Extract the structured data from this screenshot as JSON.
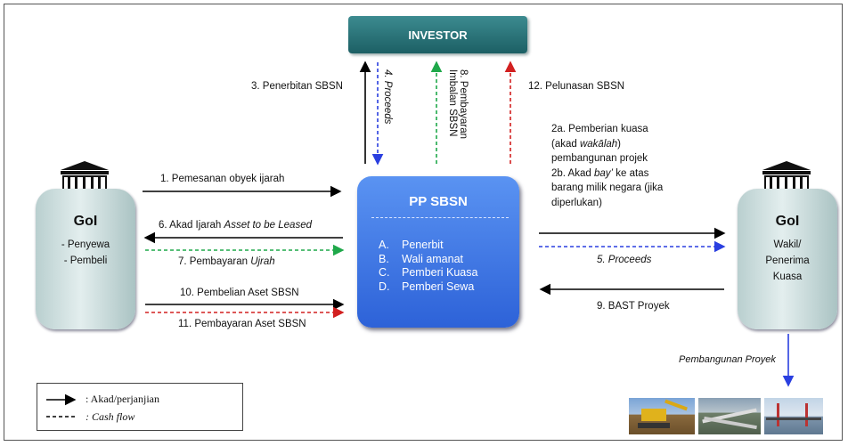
{
  "investor": {
    "label": "INVESTOR"
  },
  "pp": {
    "title": "PP SBSN",
    "items": [
      {
        "key": "A.",
        "label": "Penerbit"
      },
      {
        "key": "B.",
        "label": "Wali amanat"
      },
      {
        "key": "C.",
        "label": "Pemberi Kuasa"
      },
      {
        "key": "D.",
        "label": "Pemberi Sewa"
      }
    ]
  },
  "gol_left": {
    "title": "GoI",
    "line1": "- Penyewa",
    "line2": "- Pembeli"
  },
  "gol_right": {
    "title": "GoI",
    "line1": "Wakil/",
    "line2": "Penerima",
    "line3": "Kuasa"
  },
  "flows": {
    "f1": "1.  Pemesanan obyek ijarah",
    "f3": "3. Penerbitan SBSN",
    "f4": "4. Proceeds",
    "f8a": "8. Pembayaran",
    "f8b": "Imbalan SBSN",
    "f12": "12. Pelunasan SBSN",
    "f2a_1": "2a. Pemberian kuasa",
    "f2a_2a": "(akad ",
    "f2a_2b": "wakālah",
    "f2a_2c": ")",
    "f2a_3": "pembangunan projek",
    "f2b_1a": "2b. Akad ",
    "f2b_1b": "bay’",
    "f2b_1c": " ke atas",
    "f2b_2": "barang milik negara (jika",
    "f2b_3": "diperlukan)",
    "f6a": "6.  Akad Ijarah ",
    "f6b": "Asset to be Leased",
    "f7a": "7.  Pembayaran ",
    "f7b": "Ujrah",
    "f5": "5. Proceeds",
    "f9": "9. BAST Proyek",
    "f10": "10. Pembelian Aset SBSN",
    "f11": "11. Pembayaran Aset SBSN",
    "construction": "Pembangunan Proyek"
  },
  "legend": {
    "solid": ": Akad/perjanjian",
    "dashed": ": Cash flow"
  },
  "colors": {
    "investor": "#2a767b",
    "pp": "#3f77e6",
    "solid_arrow": "#000000",
    "proceeds_dash": "#2a3fe0",
    "green_dash": "#1fa84a",
    "red_dash": "#d22020"
  }
}
